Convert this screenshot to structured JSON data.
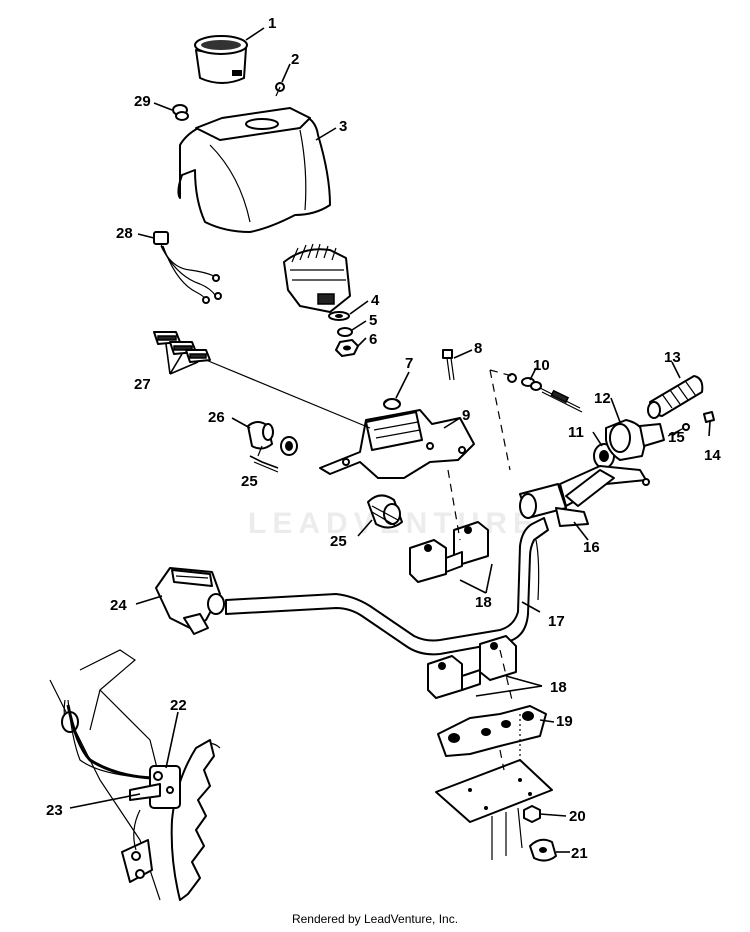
{
  "callouts": {
    "c1": "1",
    "c2": "2",
    "c3": "3",
    "c4": "4",
    "c5": "5",
    "c6": "6",
    "c7": "7",
    "c8": "8",
    "c9": "9",
    "c10": "10",
    "c11": "11",
    "c12": "12",
    "c13": "13",
    "c14": "14",
    "c15": "15",
    "c16": "16",
    "c17": "17",
    "c18a": "18",
    "c18b": "18",
    "c19": "19",
    "c20": "20",
    "c21": "21",
    "c22": "22",
    "c23": "23",
    "c24": "24",
    "c25a": "25",
    "c25b": "25",
    "c26": "26",
    "c27": "27",
    "c28": "28",
    "c29": "29"
  },
  "watermark": "LEADVENTURE",
  "footer": "Rendered by LeadVenture, Inc."
}
